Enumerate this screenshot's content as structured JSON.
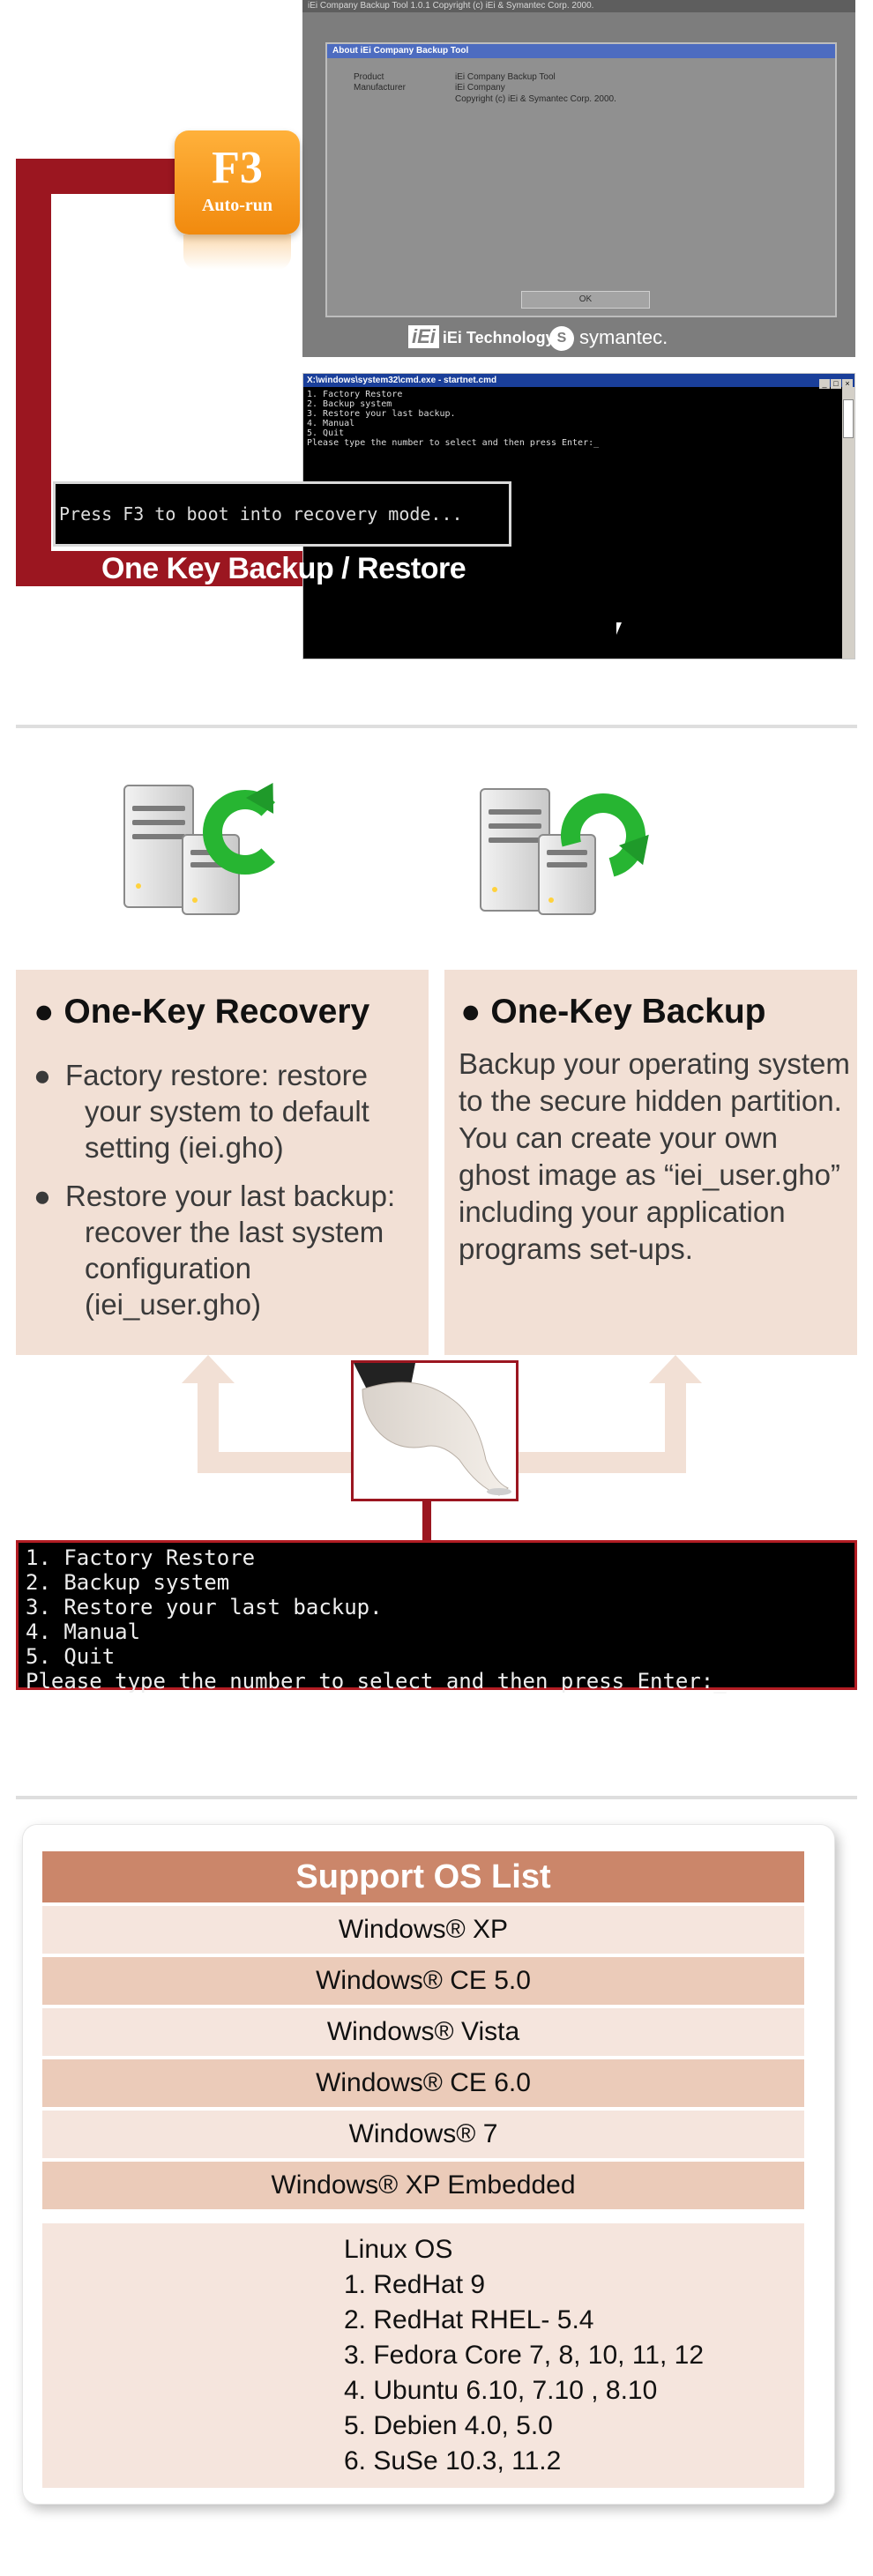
{
  "boot": {
    "f3_key": "F3",
    "f3_sub": "Auto-run",
    "banner": "One Key Backup / Restore",
    "press_prompt": "Press F3 to boot into recovery mode..."
  },
  "about_window": {
    "titlebar": "iEi Company Backup Tool 1.0.1   Copyright (c) iEi & Symantec Corp. 2000.",
    "dialog_title": "About iEi Company Backup Tool",
    "rows": [
      {
        "label": "Product",
        "value": "iEi Company Backup Tool"
      },
      {
        "label": "Manufacturer",
        "value": "iEi Company"
      },
      {
        "label": "",
        "value": "Copyright (c) iEi & Symantec Corp. 2000."
      }
    ],
    "ok_button": "OK",
    "logo_iei": "iEi",
    "logo_iei_text": "iEi Technology",
    "logo_symantec": "symantec."
  },
  "cmd_window": {
    "title": "X:\\windows\\system32\\cmd.exe - startnet.cmd",
    "lines": "1. Factory Restore\n2. Backup system\n3. Restore your last backup.\n4. Manual\n5. Quit\nPlease type the number to select and then press Enter:_"
  },
  "recovery": {
    "title": "● One-Key Recovery",
    "bullets": [
      {
        "dot": "●",
        "text": "Factory restore: restore your system to default setting (iei.gho)"
      },
      {
        "dot": "●",
        "text": "Restore your last backup: recover the last system configuration (iei_user.gho)"
      }
    ]
  },
  "backup": {
    "title": "● One-Key Backup",
    "description": "Backup your operating system to the secure hidden partition. You can create your own ghost image as “iei_user.gho” including your application programs set-ups."
  },
  "menu_console": {
    "lines": "1. Factory Restore\n2. Backup system\n3. Restore your last backup.\n4. Manual\n5. Quit\nPlease type the number to select and then press Enter:_"
  },
  "os_list": {
    "header": "Support OS List",
    "rows": [
      "Windows® XP",
      "Windows® CE 5.0",
      "Windows® Vista",
      "Windows® CE 6.0",
      "Windows® 7",
      "Windows® XP Embedded"
    ],
    "linux": {
      "title": "Linux OS",
      "items": [
        "1. RedHat 9",
        "2. RedHat RHEL- 5.4",
        "3. Fedora Core 7, 8, 10, 11, 12",
        "4. Ubuntu 6.10, 7.10 , 8.10",
        "5. Debien 4.0, 5.0",
        "6. SuSe 10.3, 11.2"
      ]
    }
  },
  "colors": {
    "brand_red": "#9b1620",
    "panel_beige": "#f2e0d5",
    "os_header": "#cb866a",
    "f3_orange": "#f5991e"
  }
}
